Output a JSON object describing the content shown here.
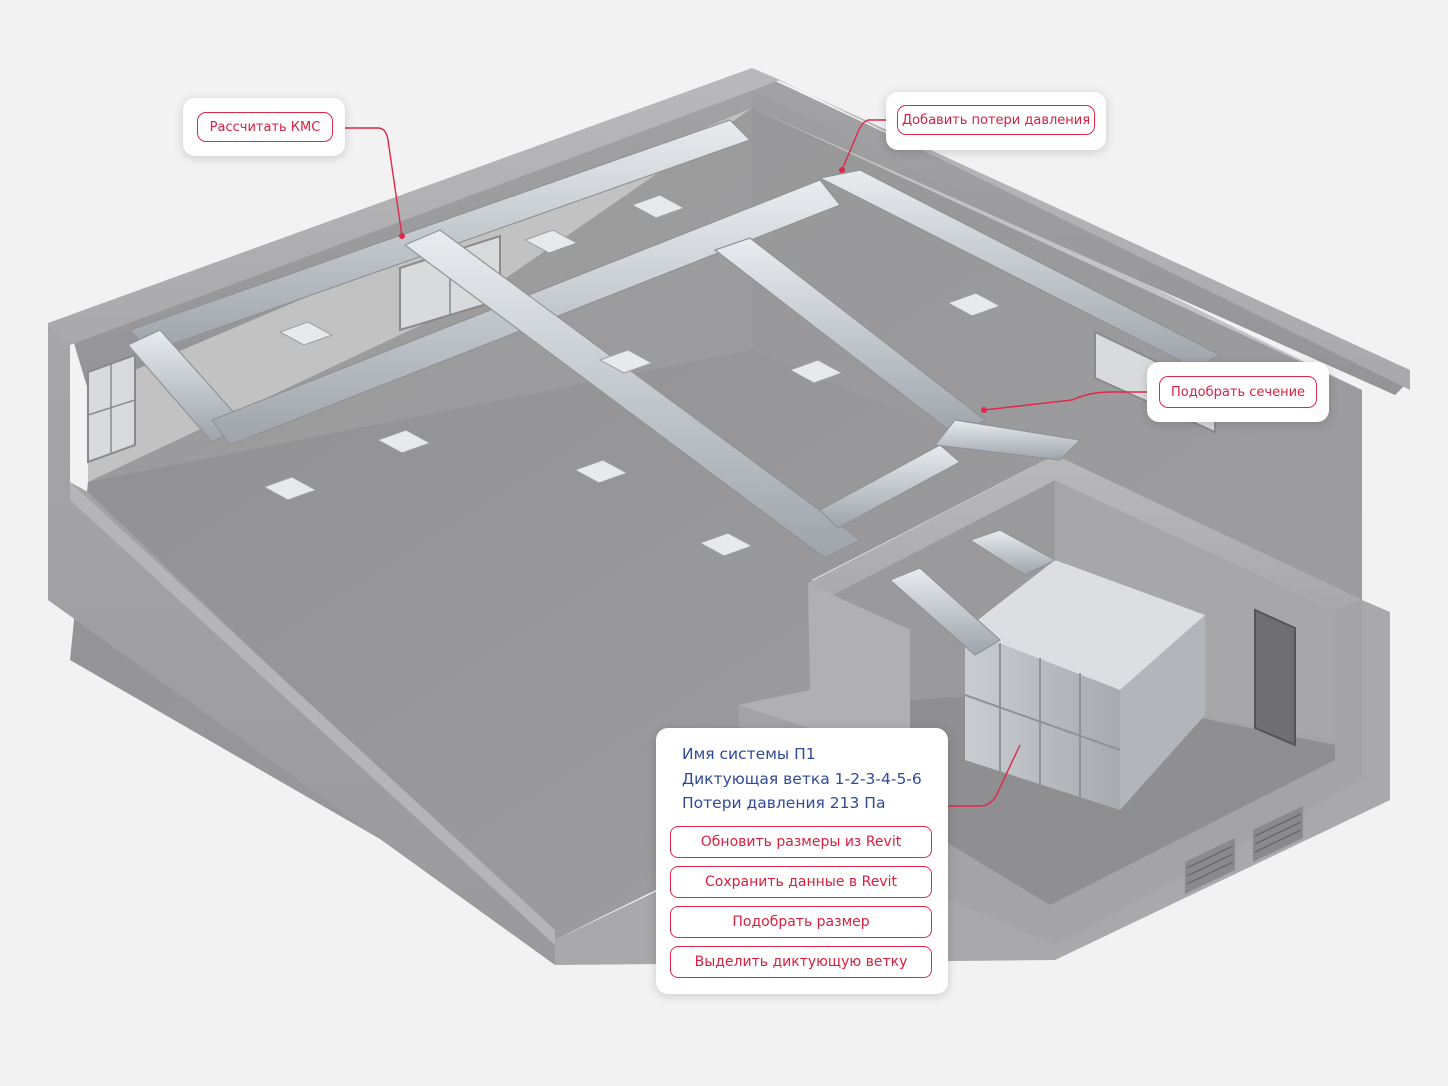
{
  "callouts": {
    "calc_kms": "Рассчитать КМС",
    "add_pressure_loss": "Добавить потери давления",
    "pick_section": "Подобрать сечение"
  },
  "info_panel": {
    "system_name": "Имя системы П1",
    "critical_branch": "Диктующая ветка 1-2-3-4-5-6",
    "pressure_loss": "Потери давления 213 Па",
    "buttons": [
      "Обновить размеры из Revit",
      "Сохранить данные в Revit",
      "Подобрать размер",
      "Выделить диктующую ветку"
    ]
  },
  "colors": {
    "accent": "#e0284a",
    "info_text": "#2f4a9c",
    "background": "#f2f2f3"
  }
}
